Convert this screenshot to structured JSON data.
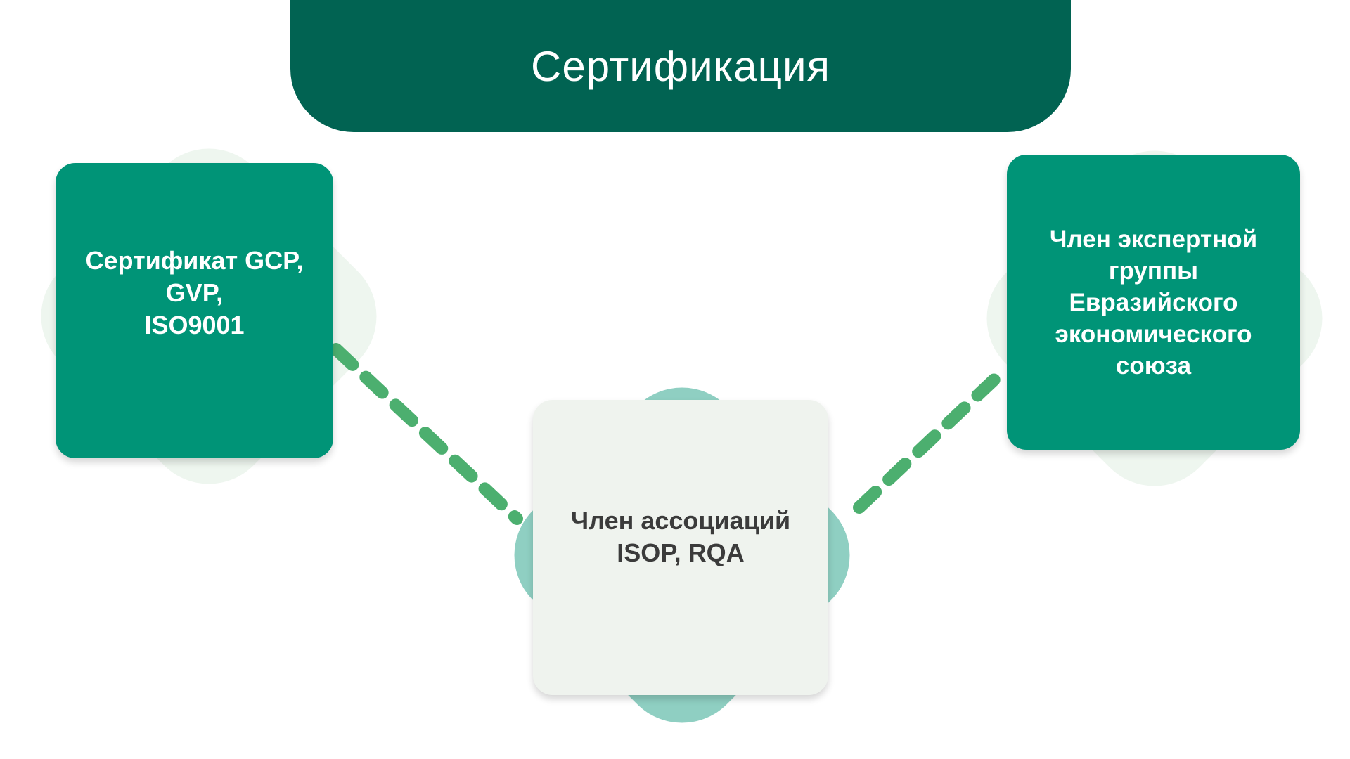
{
  "title": "Сертификация",
  "colors": {
    "banner": "#016352",
    "card_dark": "#009477",
    "card_light": "#eff3ee",
    "blob_light": "#eef6ef",
    "blob_mid": "#8fcfc2",
    "connector": "#4caf6f"
  },
  "cards": {
    "left": "Сертификат GCP,\nGVP,\nISO9001",
    "center": "Член ассоциаций\nISOP, RQA",
    "right": "Член экспертной\nгруппы\nЕвразийского\nэкономического\nсоюза"
  }
}
